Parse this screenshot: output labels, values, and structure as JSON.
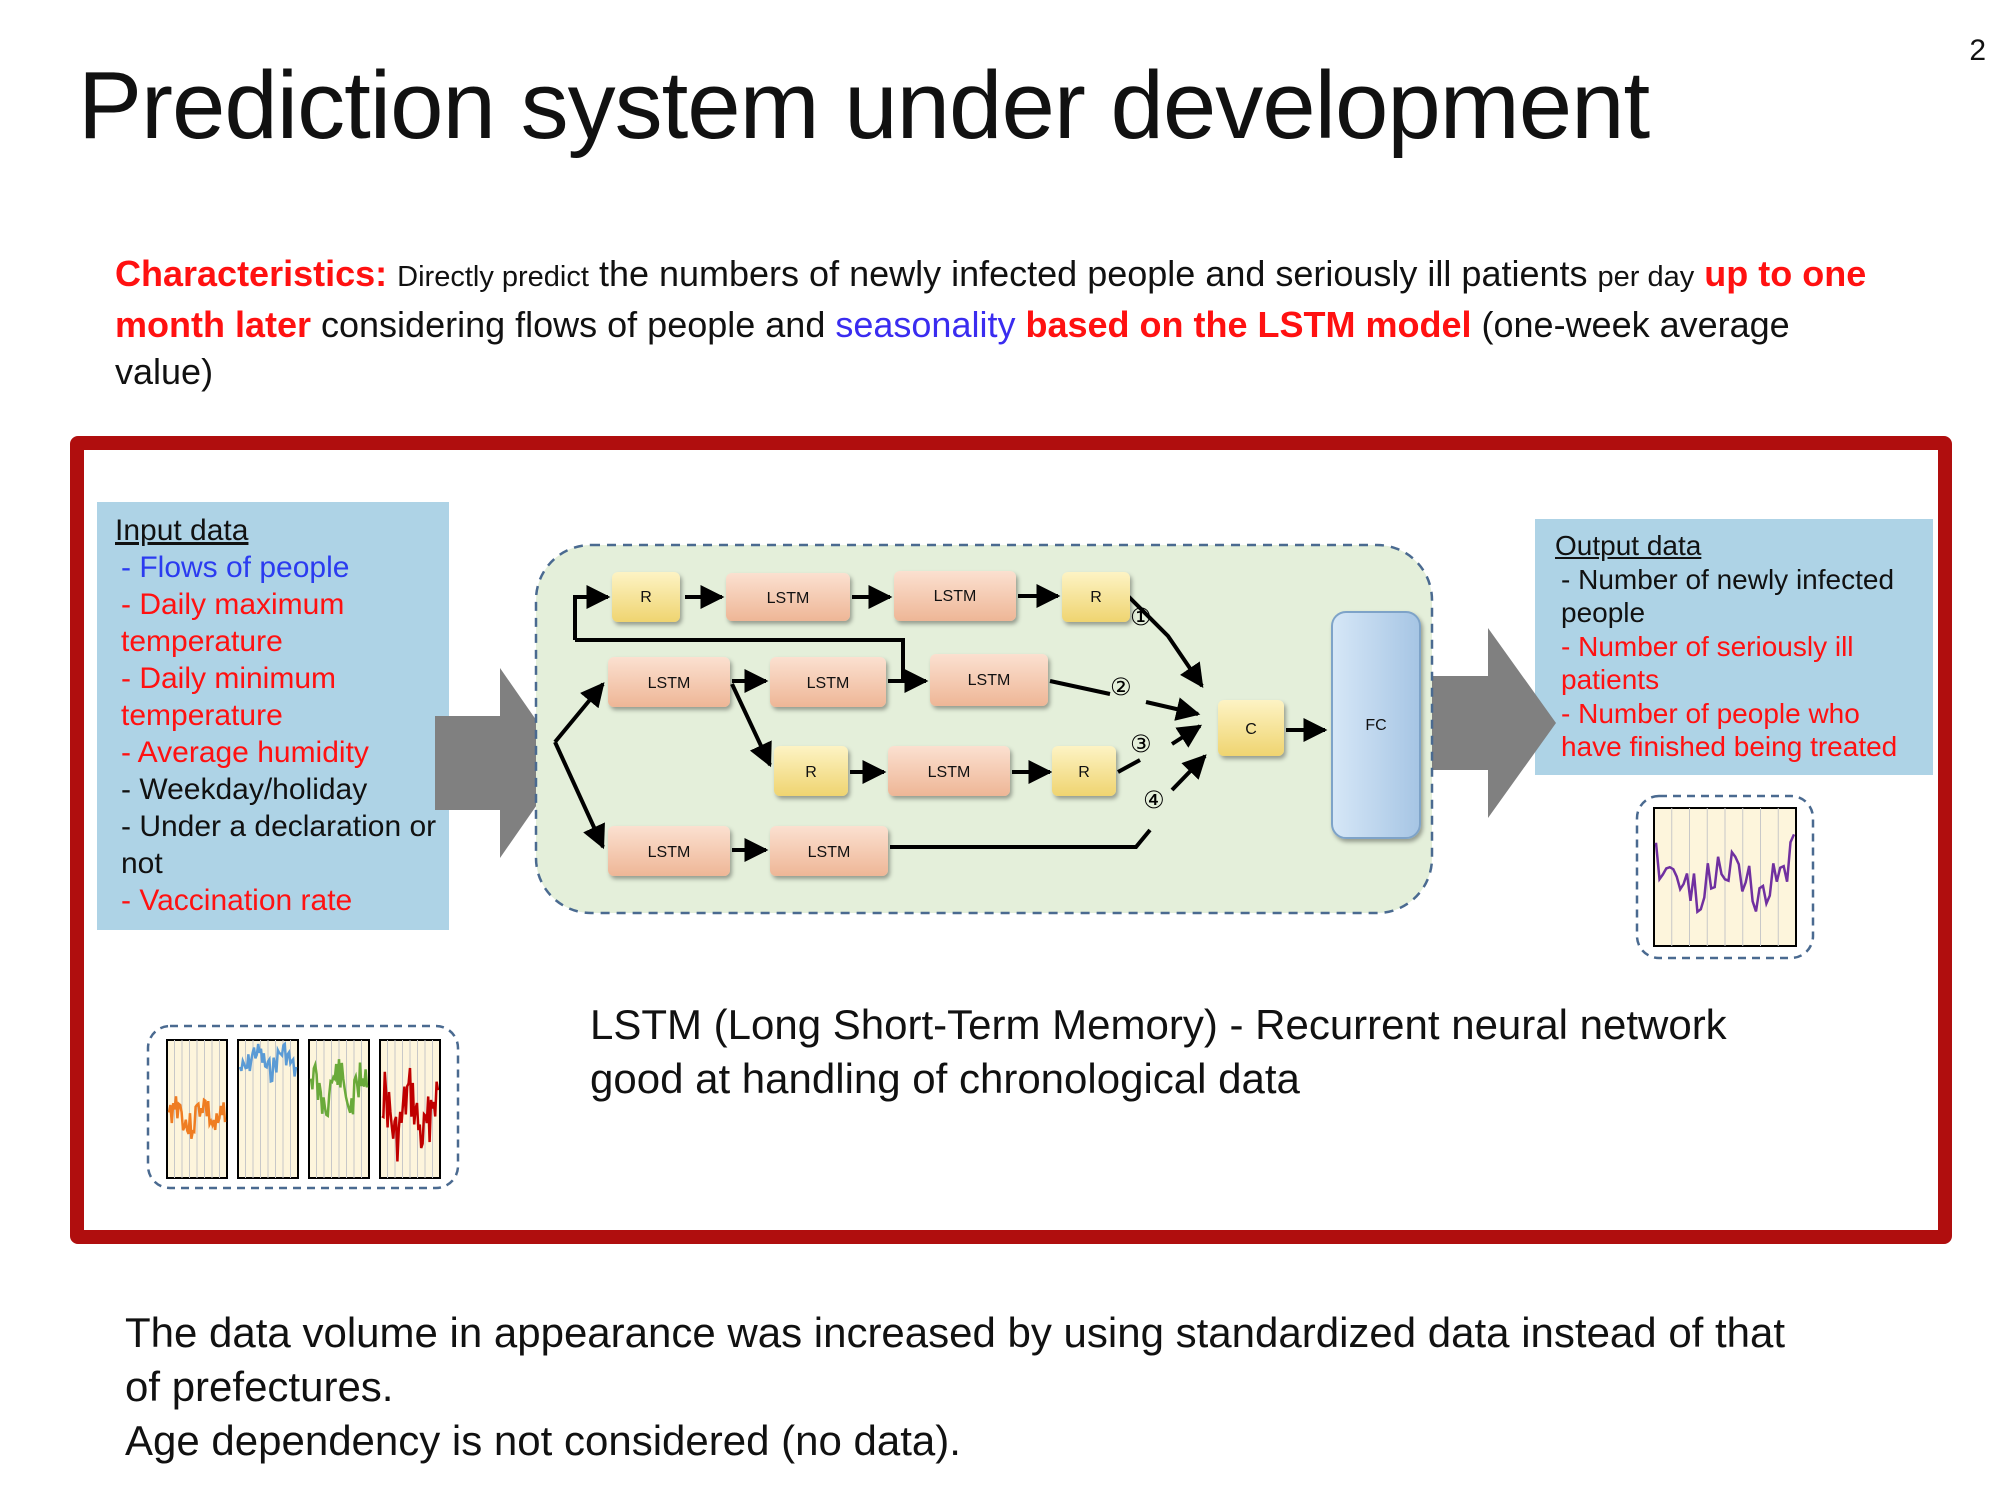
{
  "page_number": "2",
  "title": "Prediction system under development",
  "characteristics": {
    "label": "Characteristics:",
    "t1": "Directly predict",
    "t2": " the numbers of newly infected people and seriously ill patients ",
    "t3": "per day",
    "t4": "up to one month later",
    "t5": " considering flows of people and ",
    "t6": "seasonality",
    "t7": "based on the LSTM model",
    "t8": " (one-week average value)"
  },
  "input": {
    "title": "Input data",
    "items": [
      {
        "text": "- Flows of people",
        "color": "blue"
      },
      {
        "text": "- Daily maximum temperature",
        "color": "red"
      },
      {
        "text": "- Daily minimum temperature",
        "color": "red"
      },
      {
        "text": "- Average humidity",
        "color": "red"
      },
      {
        "text": "- Weekday/holiday",
        "color": "black"
      },
      {
        "text": "- Under a declaration or not",
        "color": "black"
      },
      {
        "text": "- Vaccination rate",
        "color": "red"
      }
    ]
  },
  "output": {
    "title": "Output data",
    "items": [
      {
        "text": "- Number of newly infected people",
        "color": "black"
      },
      {
        "text": "- Number of seriously ill patients",
        "color": "red"
      },
      {
        "text": "- Number of people who have finished being treated",
        "color": "red"
      }
    ]
  },
  "network": {
    "r": "R",
    "lstm": "LSTM",
    "c": "C",
    "fc": "FC",
    "branch_markers": [
      "①",
      "②",
      "③",
      "④"
    ]
  },
  "colors": {
    "frame": "#b00e0e",
    "info_box": "#aed3e6",
    "network_bg": "#e4efda",
    "lstm_node": "#f7cdb5",
    "r_node": "#f8e79a",
    "fc_node": "#bcd6ef",
    "series_orange": "#ef7d22",
    "series_blue": "#5b9bd5",
    "series_green": "#6aaa3a",
    "series_red": "#c00000",
    "series_purple": "#7030a0"
  },
  "lstm_caption": {
    "line1": "LSTM (Long Short-Term Memory) - Recurrent neural network",
    "line2": "good at handling of chronological data"
  },
  "conclusion": {
    "line1": "The data volume in appearance was increased by using standardized data instead of that",
    "line2": "of prefectures.",
    "line3": "Age dependency is not considered (no data)."
  }
}
